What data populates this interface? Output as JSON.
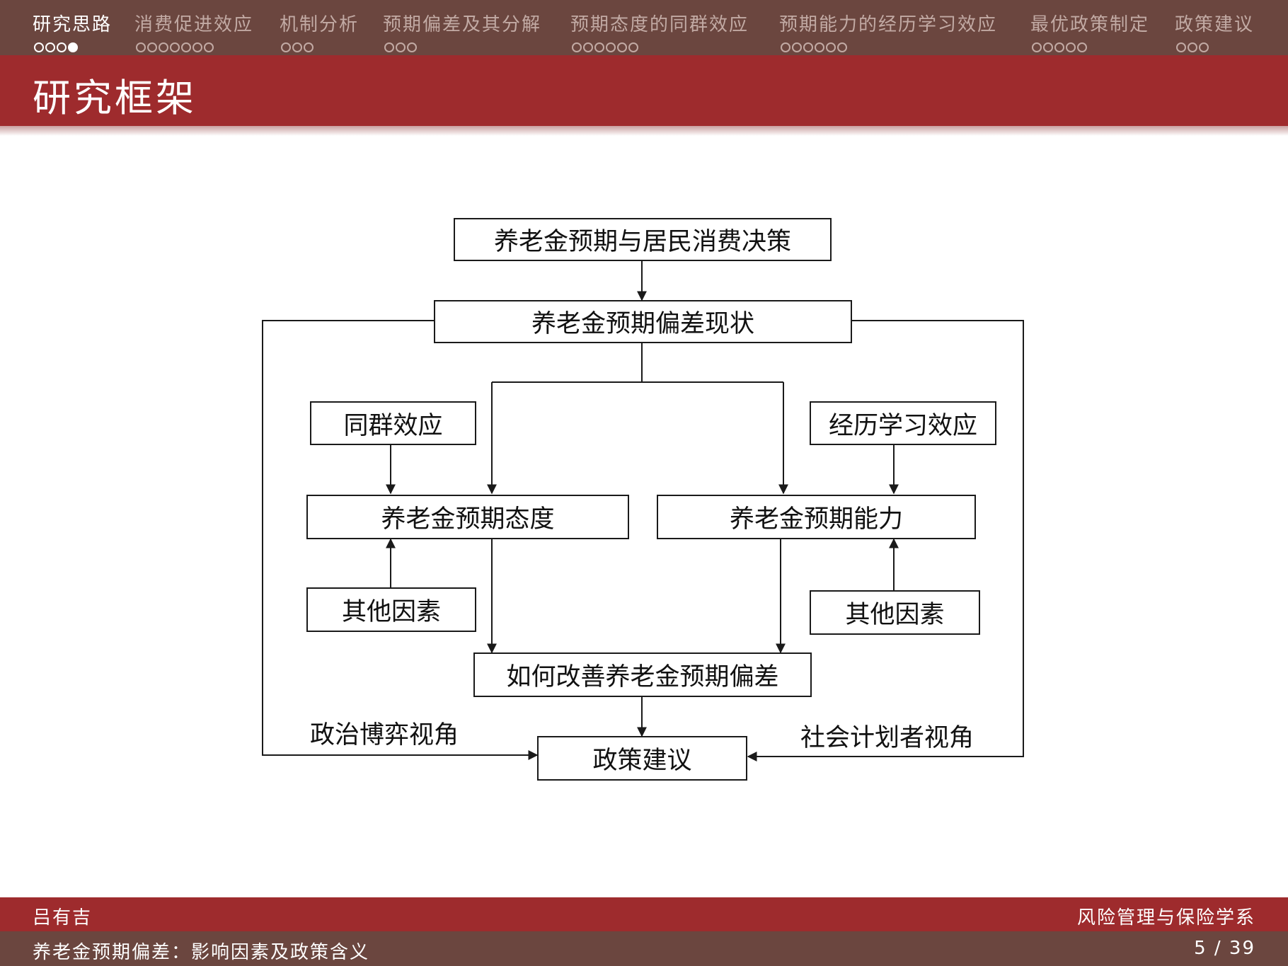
{
  "nav": {
    "sections": [
      {
        "title": "研究思路",
        "dots": 4,
        "active": true,
        "filled_index": 3
      },
      {
        "title": "消费促进效应",
        "dots": 7
      },
      {
        "title": "机制分析",
        "dots": 3
      },
      {
        "title": "预期偏差及其分解",
        "dots": 3
      },
      {
        "title": "预期态度的同群效应",
        "dots": 6
      },
      {
        "title": "预期能力的经历学习效应",
        "dots": 6
      },
      {
        "title": "最优政策制定",
        "dots": 5
      },
      {
        "title": "政策建议",
        "dots": 3
      }
    ]
  },
  "frame": {
    "title": "研究框架"
  },
  "diagram": {
    "nodes": {
      "consumption": "养老金预期与居民消费决策",
      "bias_status": "养老金预期偏差现状",
      "peer_effect": "同群效应",
      "experience_effect": "经历学习效应",
      "attitude": "养老金预期态度",
      "ability": "养老金预期能力",
      "other_left": "其他因素",
      "other_right": "其他因素",
      "improve": "如何改善养老金预期偏差",
      "policy": "政策建议"
    },
    "labels": {
      "political": "政治博弈视角",
      "planner": "社会计划者视角"
    }
  },
  "footer": {
    "author": "吕有吉",
    "department": "风险管理与保险学系",
    "talk_title": "养老金预期偏差：影响因素及政策含义",
    "page": "5 / 39"
  },
  "colors": {
    "nav_bg": "#6b463f",
    "title_bg": "#9e2b2d"
  }
}
